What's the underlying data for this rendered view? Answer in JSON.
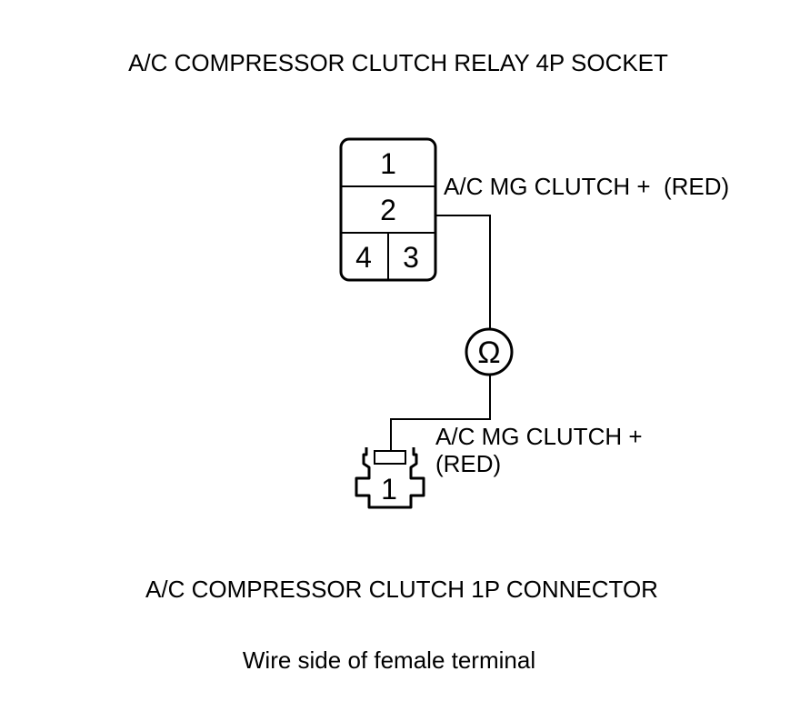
{
  "relay_socket": {
    "title": "A/C COMPRESSOR CLUTCH RELAY 4P SOCKET",
    "pins": [
      "1",
      "2",
      "4",
      "3"
    ],
    "wire_label": "A/C MG CLUTCH +  (RED)"
  },
  "meter": {
    "symbol": "Ω"
  },
  "clutch_connector": {
    "pin": "1",
    "wire_label_line1": "A/C MG CLUTCH +",
    "wire_label_line2": "(RED)",
    "title": "A/C COMPRESSOR CLUTCH 1P CONNECTOR"
  },
  "note": "Wire side of female terminal",
  "colors": {
    "line": "#000000",
    "background": "#ffffff"
  }
}
